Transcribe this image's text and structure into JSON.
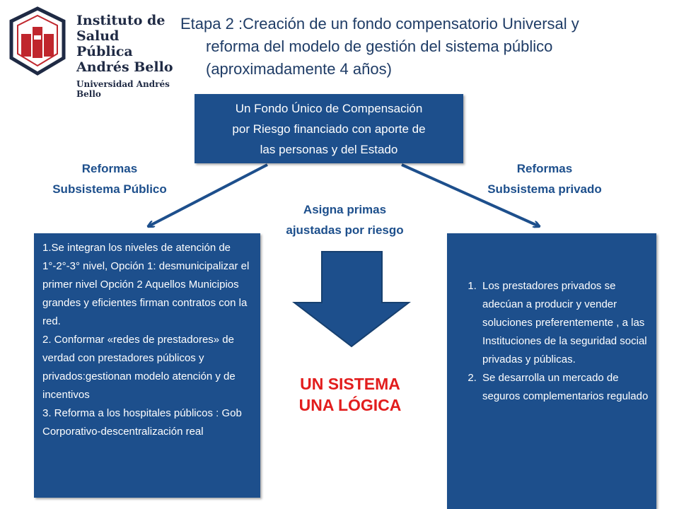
{
  "logo": {
    "line1": "Instituto de",
    "line2": "Salud Pública",
    "line3": "Andrés Bello",
    "sub": "Universidad Andrés Bello"
  },
  "title": {
    "line1": "Etapa 2 :Creación de un fondo compensatorio Universal y",
    "line2": "reforma del modelo de gestión del sistema público",
    "line3": "(aproximadamente 4 años)"
  },
  "top_box": {
    "line1": "Un Fondo Único de Compensación",
    "line2": "por Riesgo financiado con aporte de",
    "line3": "las personas y del Estado"
  },
  "labels": {
    "left_1": "Reformas",
    "left_2": "Subsistema Público",
    "right_1": "Reformas",
    "right_2": "Subsistema privado",
    "center_1": "Asigna primas",
    "center_2": "ajustadas por riesgo"
  },
  "left_box": [
    "1.Se integran los niveles de atención de 1°-2°-3° nivel, Opción 1: desmunicipalizar el primer nivel Opción 2 Aquellos Municipios grandes y eficientes firman contratos con la red.",
    "2. Conformar «redes de prestadores» de verdad con prestadores públicos y privados:gestionan modelo atención y  de incentivos",
    "3. Reforma  a los hospitales públicos : Gob Corporativo-descentralización real"
  ],
  "right_box": [
    "Los prestadores privados se adecúan a producir y vender soluciones preferentemente  , a las Instituciones de la seguridad social privadas y públicas.",
    "Se desarrolla un mercado de seguros complementarios regulado"
  ],
  "center_text": {
    "line1": "UN SISTEMA",
    "line2": "UNA LÓGICA"
  },
  "colors": {
    "box_blue": "#1d4f8c",
    "title_blue": "#1f3c66",
    "accent_red": "#e21d1d",
    "logo_red": "#c0262d"
  }
}
